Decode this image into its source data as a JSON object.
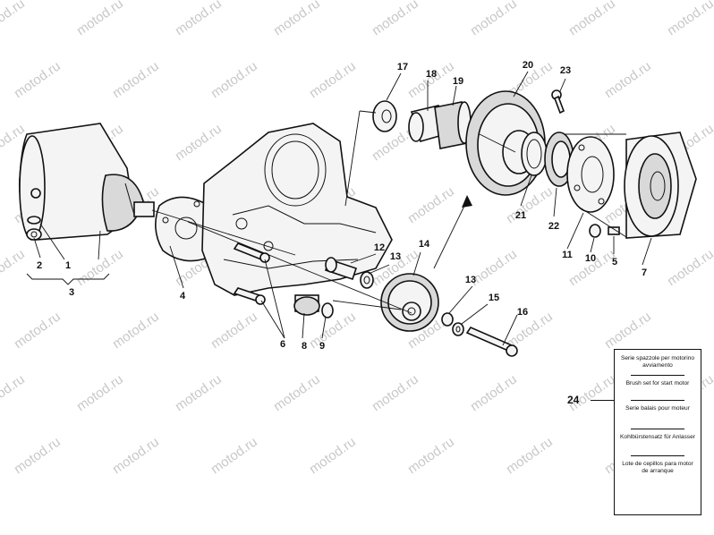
{
  "watermark": "motod.ru",
  "callouts": [
    "1",
    "2",
    "3",
    "4",
    "5",
    "6",
    "7",
    "8",
    "9",
    "10",
    "11",
    "12",
    "13",
    "13",
    "14",
    "15",
    "16",
    "17",
    "18",
    "19",
    "20",
    "21",
    "22",
    "23",
    "24"
  ],
  "legend": {
    "ref": "24",
    "entries": [
      "Serie spazzole per motorino avviamento",
      "Brush set for start motor",
      "Serie balais pour moteur",
      "Kohlbürstensatz für Anlasser",
      "Lote de cepillos para motor de arranque"
    ]
  }
}
